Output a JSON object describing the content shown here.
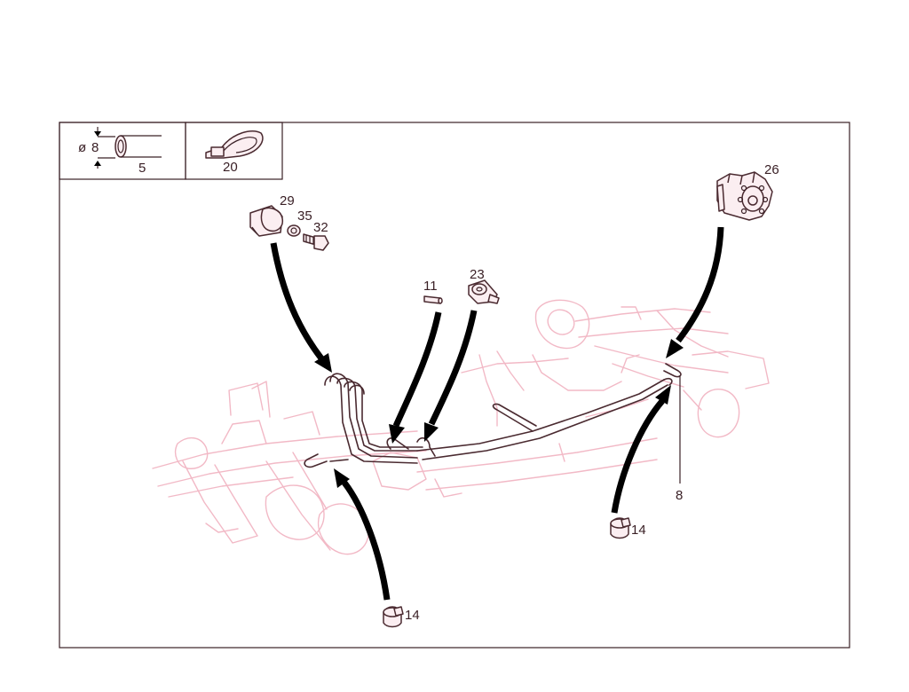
{
  "colors": {
    "frame": "#3a2026",
    "chassis": "#f2b9c6",
    "pipe": "#4a2a30",
    "arrow": "#000000"
  },
  "legend": {
    "pipe_diameter_symbol": "ø",
    "pipe_diameter_value": "8",
    "pipe_ref": "5",
    "clip_ref": "20"
  },
  "callouts": {
    "p29": "29",
    "p35": "35",
    "p32": "32",
    "p11": "11",
    "p23": "23",
    "p26": "26",
    "p8": "8",
    "p14_right": "14",
    "p14_left": "14"
  }
}
